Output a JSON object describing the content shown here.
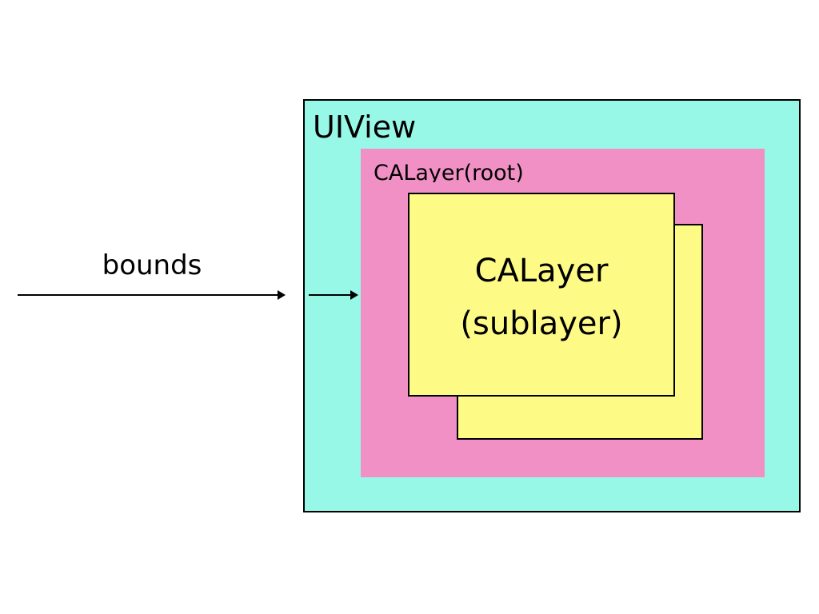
{
  "colors": {
    "uiview_fill": "#98f8e8",
    "root_layer_fill": "#f090c4",
    "sublayer_fill": "#fefa86",
    "stroke": "#000000"
  },
  "bounds": {
    "label": "bounds"
  },
  "uiview": {
    "label": "UIView"
  },
  "root_layer": {
    "label": "CALayer(root)"
  },
  "sublayer": {
    "line1": "CALayer",
    "line2": "(sublayer)"
  }
}
